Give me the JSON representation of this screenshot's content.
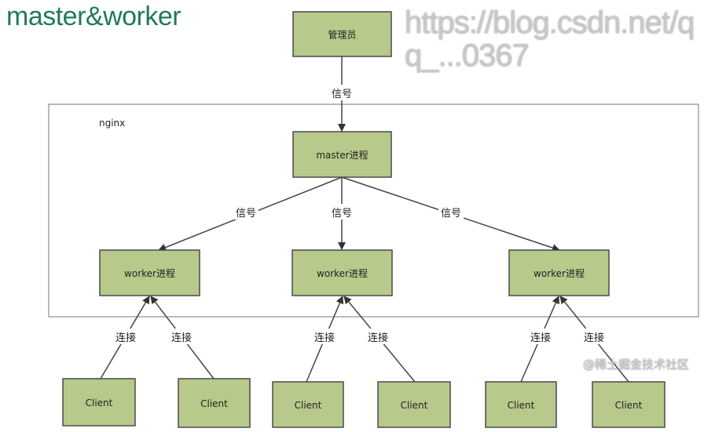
{
  "title": "master&worker",
  "container_label": "nginx",
  "admin": "管理员",
  "master": "master进程",
  "workers": [
    "worker进程",
    "worker进程",
    "worker进程"
  ],
  "signal_label": "信号",
  "connect_label": "连接",
  "clients": [
    "Client",
    "Client",
    "Client",
    "Client",
    "Client",
    "Client"
  ],
  "watermark": "https://blog.csdn.net/qq_...0367",
  "watermark2": "@稀土掘金技术社区",
  "colors": {
    "box_fill": "#b7c98b",
    "box_border": "#4a4a4a",
    "title": "#1f7a5c"
  }
}
